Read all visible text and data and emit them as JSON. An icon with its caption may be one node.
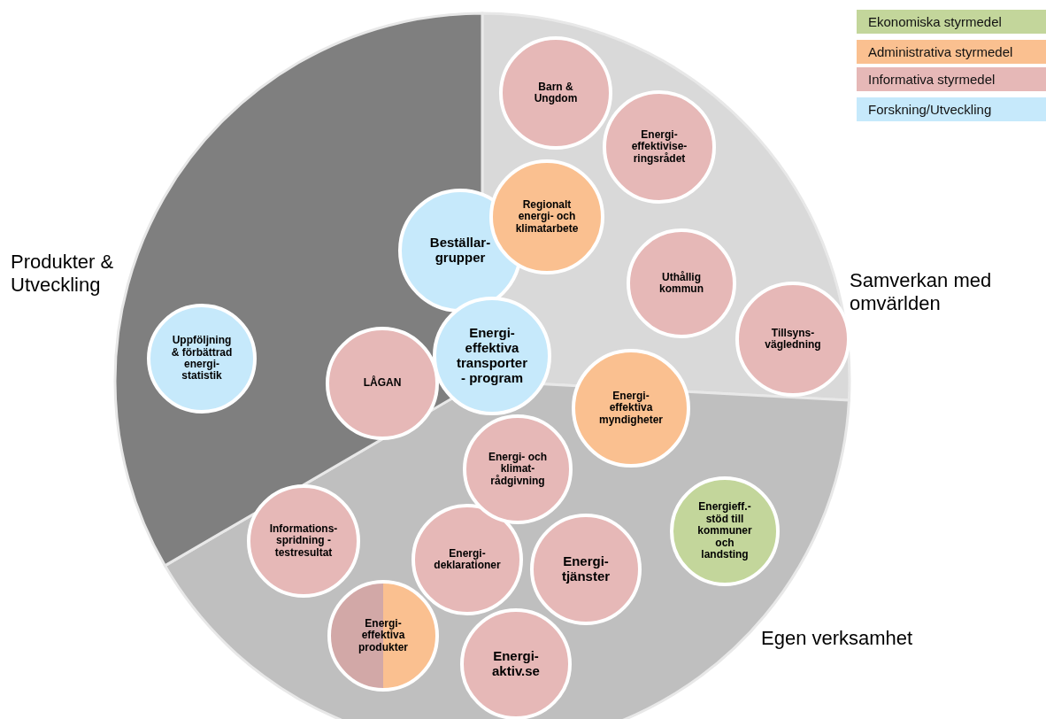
{
  "diagram": {
    "nodes": [
      {
        "text": [
          "Barn & Ungdom"
        ]
      },
      {
        "text": [
          "Energi- effektivise- ringsrådet"
        ]
      },
      {
        "text": [
          "Regionalt energi- och klimatarbete"
        ]
      },
      {
        "text": [
          "Beställar- grupper"
        ]
      },
      {
        "text": [
          "Uthållig kommun"
        ]
      },
      {
        "text": [
          "Tillsyns- vägledning"
        ]
      },
      {
        "text": [
          "Uppföljning & förbättrad energi- statistik"
        ]
      },
      {
        "text": [
          "LÅGAN"
        ]
      },
      {
        "text": [
          "Energi- effektiva transporter - program"
        ]
      },
      {
        "text": [
          "Energi- effektiva myndigheter"
        ]
      },
      {
        "text": [
          "Energi- och klimat- rådgivning"
        ]
      },
      {
        "text": [
          "Energieff.- stöd till kommuner och landsting"
        ]
      },
      {
        "text": [
          "Informations- spridning - testresultat"
        ]
      },
      {
        "text": [
          "Energi- deklarationer"
        ]
      },
      {
        "text": [
          "Energi- tjänster"
        ]
      },
      {
        "text": [
          "Energi- effektiva produkter"
        ]
      },
      {
        "text": [
          "Energi- aktiv.se"
        ]
      }
    ],
    "labels": [
      "Produkter & Utveckling",
      "Samverkan med omvärlden",
      "Egen verksamhet"
    ],
    "legend": [
      {
        "text": "Ekonomiska styrmedel",
        "color": "#c3d69b"
      },
      {
        "text": "Administrativa styrmedel",
        "color": "#fac090"
      },
      {
        "text": "Informativa styrmedel",
        "color": "#e6b8b7"
      },
      {
        "text": "Forskning/Utveckling",
        "color": "#c6e9fb"
      }
    ]
  }
}
